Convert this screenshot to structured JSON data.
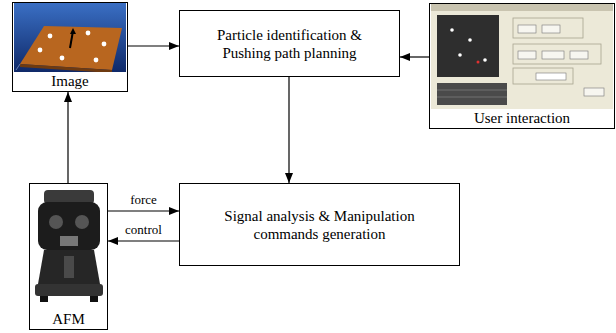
{
  "diagram": {
    "nodes": [
      {
        "text": [
          "Image"
        ]
      },
      {
        "text": [
          "Particle identification & Pushing path planning"
        ]
      },
      {
        "text": [
          "User interaction"
        ]
      },
      {
        "text": [
          "AFM"
        ]
      },
      {
        "text": [
          "Signal analysis & Manipulation commands generation"
        ]
      }
    ],
    "edges": [
      {
        "from": 0,
        "to": 1,
        "arrow": "to"
      },
      {
        "from": 2,
        "to": 1,
        "arrow": "to"
      },
      {
        "from": 1,
        "to": 4,
        "arrow": "to"
      },
      {
        "from": 3,
        "to": 4,
        "label": "force",
        "arrow": "to"
      },
      {
        "from": 4,
        "to": 3,
        "label": "control",
        "arrow": "to"
      },
      {
        "from": 3,
        "to": 0,
        "arrow": "to"
      }
    ]
  }
}
